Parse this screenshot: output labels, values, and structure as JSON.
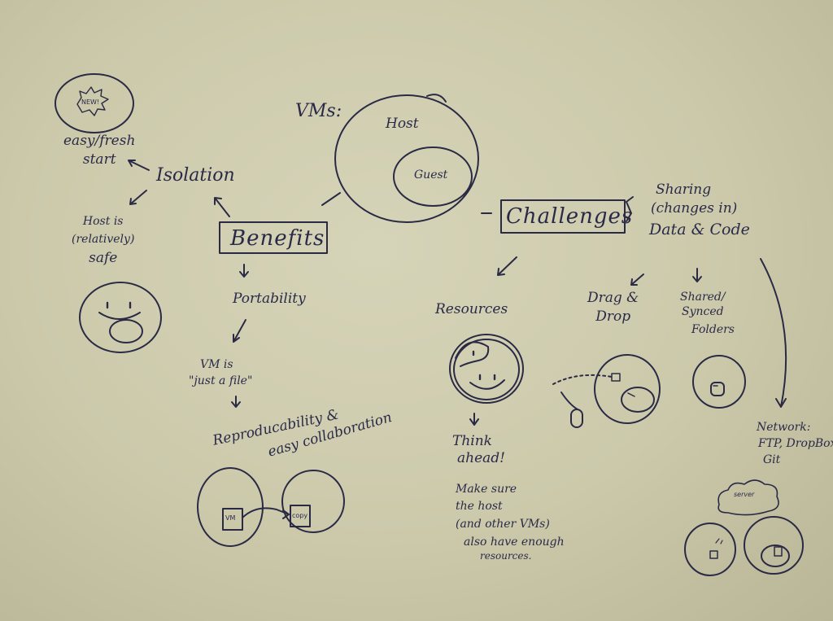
{
  "title": "VMs:",
  "host": "Host",
  "guest": "Guest",
  "benefits": {
    "label": "Benefits",
    "isolation": "Isolation",
    "fresh_start": [
      "easy/fresh",
      "start"
    ],
    "new_badge": "NEW!",
    "host_safe": [
      "Host is",
      "(relatively)",
      "safe"
    ],
    "portability": "Portability",
    "vm_file": [
      "VM is",
      "\"just a file\""
    ],
    "reproducibility": "Reproducability &",
    "collaboration": "easy collaboration",
    "vm_box": "VM",
    "copy_box": "copy"
  },
  "challenges": {
    "label": "Challenges",
    "sharing": [
      "Sharing",
      "(changes in)",
      "Data & Code"
    ],
    "resources": "Resources",
    "think_ahead": [
      "Think",
      "ahead!"
    ],
    "make_sure": [
      "Make sure",
      "the host",
      "(and other VMs)",
      "also have enough",
      "resources."
    ],
    "drag_drop": [
      "Drag &",
      "Drop"
    ],
    "shared_folders": [
      "Shared/",
      "Synced",
      "Folders"
    ],
    "network": [
      "Network:",
      "FTP, DropBox,",
      "Git"
    ],
    "server": "server"
  }
}
